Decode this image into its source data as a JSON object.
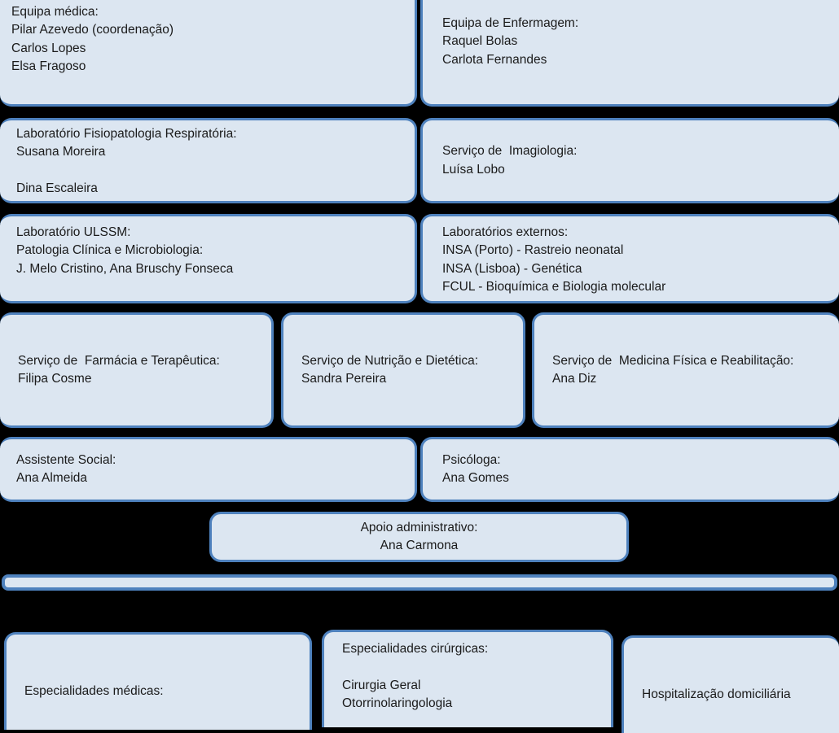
{
  "document": {
    "title": "Organograma de equipa - Unidade clínica",
    "background_color": "#000000",
    "box_fill_color": "#dce6f1",
    "box_border_color": "#4e81bd",
    "text_color": "#1a1a1a"
  },
  "boxes": {
    "equipa_medica": {
      "heading": "Equipa médica:",
      "lines": [
        "Equipa médica:",
        "Pilar Azevedo (coordenação)",
        "Carlos Lopes",
        "Elsa Fragoso"
      ]
    },
    "equipa_enfermagem": {
      "heading": "Equipa de Enfermagem:",
      "lines": [
        "Equipa de Enfermagem:",
        "Raquel Bolas",
        "Carlota Fernandes"
      ]
    },
    "lab_fisiopatologia": {
      "heading": "Laboratório Fisiopatologia Respiratória:",
      "lines": [
        "Laboratório Fisiopatologia Respiratória:",
        "Susana Moreira",
        "",
        "Dina Escaleira"
      ]
    },
    "servico_imagiologia": {
      "heading": "Serviço de Imagiologia:",
      "lines": [
        "Serviço de  Imagiologia:",
        "Luísa Lobo"
      ]
    },
    "laboratorio_ulssm": {
      "heading": "Laboratório ULSSM:",
      "lines": [
        "Laboratório ULSSM:",
        "Patologia Clínica e Microbiologia:",
        "J. Melo Cristino, Ana Bruschy Fonseca"
      ]
    },
    "laboratorios_externos": {
      "heading": "Laboratórios externos:",
      "lines": [
        "Laboratórios externos:",
        "INSA (Porto) - Rastreio neonatal",
        "INSA (Lisboa) - Genética",
        "FCUL - Bioquímica e Biologia molecular"
      ]
    },
    "servico_farmacia": {
      "heading": "Serviço de Farmácia e Terapêutica:",
      "lines": [
        "Serviço de  Farmácia e Terapêutica:",
        "Filipa Cosme"
      ]
    },
    "servico_nutricao": {
      "heading": "Serviço de Nutrição e Dietética:",
      "lines": [
        "Serviço de Nutrição e Dietética:",
        "Sandra Pereira"
      ]
    },
    "servico_medicina_fisica": {
      "heading": "Serviço de Medicina Física e Reabilitação:",
      "lines": [
        "Serviço de  Medicina Física e Reabilitação:",
        "Ana Diz"
      ]
    },
    "assistente_social": {
      "heading": "Assistente Social:",
      "lines": [
        "Assistente Social:",
        "Ana Almeida"
      ]
    },
    "psicologa": {
      "heading": "Psicóloga:",
      "lines": [
        "Psicóloga:",
        "Ana Gomes"
      ]
    },
    "apoio_administrativo": {
      "heading": "Apoio administrativo:",
      "lines": [
        "Apoio administrativo:",
        "Ana Carmona"
      ]
    },
    "divider": {
      "lines": [
        ""
      ]
    },
    "especialidades_medicas": {
      "heading": "Especialidades médicas:",
      "lines": [
        "",
        "",
        "Especialidades médicas:"
      ]
    },
    "especialidades_cirurgicas": {
      "heading": "Especialidades cirúrgicas:",
      "lines": [
        "Especialidades cirúrgicas:",
        "",
        "Cirurgia Geral",
        "Otorrinolaringologia"
      ]
    },
    "hospitalizacao_domiciliaria": {
      "heading": "Hospitalização domiciliária",
      "lines": [
        "",
        "",
        "Hospitalização domiciliária"
      ]
    }
  }
}
